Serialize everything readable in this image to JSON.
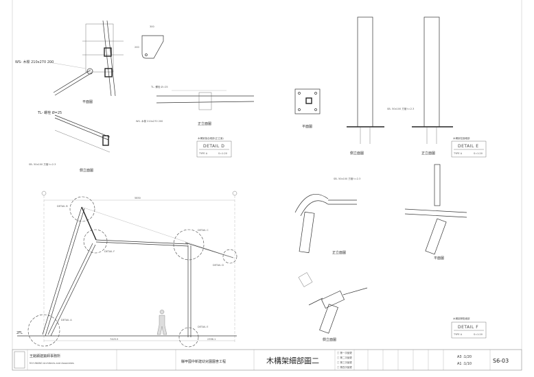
{
  "sheet": {
    "firm_name_cn": "王銘顯建築師事務所",
    "firm_name_en": "M.H.WANG Architects and Associates",
    "project": "縣甲國中新建幼兒園園舍工程",
    "drawing_title": "木構架細部圖二",
    "scale_a3": "A3 :1/20",
    "scale_a1": "A1 :1/10",
    "sheet_no": "S6-03",
    "revisions": [
      "□ 第一次變更",
      "□ 第二次變更",
      "□ 第三次變更",
      "□ 第四次變更"
    ]
  },
  "views": {
    "plan": "平面圖",
    "side_elevation": "側立面圖",
    "front_elevation": "正立面圖",
    "level_2fl": "2FL"
  },
  "details": {
    "A": "DETAIL A",
    "B": "DETAIL B",
    "C": "DETAIL C",
    "D": "DETAIL D",
    "E": "DETAIL E",
    "F": "DETAIL F",
    "type": "TYPE A",
    "scale": "S=1:20"
  },
  "dimensions": {
    "span": "5850",
    "left": "7425.5",
    "right": "2396.1",
    "plate_w": "300",
    "plate_h": "200"
  },
  "notes": {
    "d_caption": "木構架接合細部(正立面)",
    "e_caption": "木構架柱腳細部",
    "f_caption": "木構架節點細部",
    "bolt": "TL- 螺栓 Ø=25",
    "beam": "WS- 木樑 210x270 200",
    "plate": "SB- 50x100 方管 t=2.3"
  }
}
